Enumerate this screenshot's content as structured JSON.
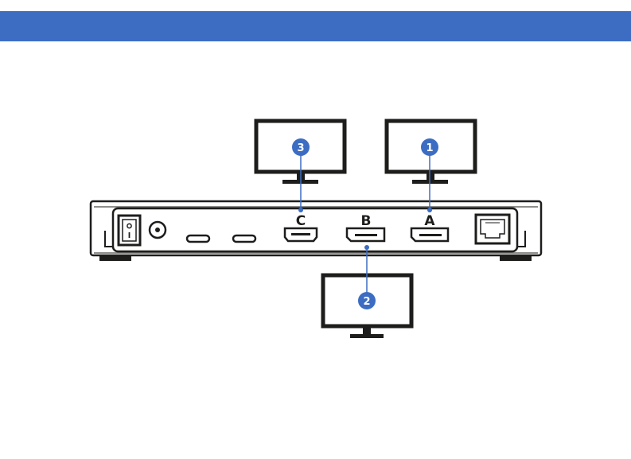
{
  "header": {
    "color": "#3c6dc2"
  },
  "device": {
    "ports": [
      {
        "letter": "C",
        "type": "HDMI"
      },
      {
        "letter": "B",
        "type": "DisplayPort"
      },
      {
        "letter": "A",
        "type": "DisplayPort"
      }
    ]
  },
  "monitors": [
    {
      "number": "1",
      "port": "A"
    },
    {
      "number": "2",
      "port": "B"
    },
    {
      "number": "3",
      "port": "C"
    }
  ],
  "colors": {
    "accent": "#3c6dc2",
    "line": "#1d1d1b"
  }
}
